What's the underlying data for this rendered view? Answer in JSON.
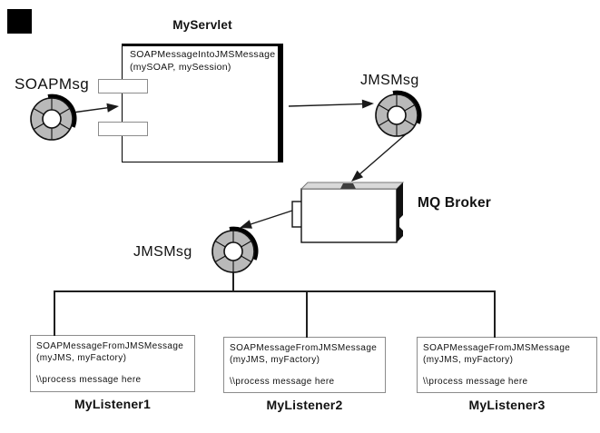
{
  "servlet": {
    "title": "MyServlet",
    "code_line1": "SOAPMessageIntoJMSMessage",
    "code_line2": "(mySOAP, mySession)"
  },
  "messages": {
    "soap": "SOAPMsg",
    "jms_top": "JMSMsg",
    "jms_bottom": "JMSMsg"
  },
  "broker": {
    "label": "MQ Broker"
  },
  "listeners": [
    {
      "title": "MyListener1",
      "code_line1": "SOAPMessageFromJMSMessage",
      "code_line2": "(myJMS, myFactory)",
      "code_line3": "\\\\process message here"
    },
    {
      "title": "MyListener2",
      "code_line1": "SOAPMessageFromJMSMessage",
      "code_line2": "(myJMS, myFactory)",
      "code_line3": "\\\\process message here"
    },
    {
      "title": "MyListener3",
      "code_line1": "SOAPMessageFromJMSMessage",
      "code_line2": "(myJMS, myFactory)",
      "code_line3": "\\\\process message here"
    }
  ],
  "colors": {
    "donut_fill": "#b9b9b9",
    "broker_top_face": "#d9d9d9",
    "broker_side_face": "#111111",
    "broker_slot": "#3f3f3f",
    "line": "#1a1a1a",
    "gray_border": "#8c8c8c"
  }
}
